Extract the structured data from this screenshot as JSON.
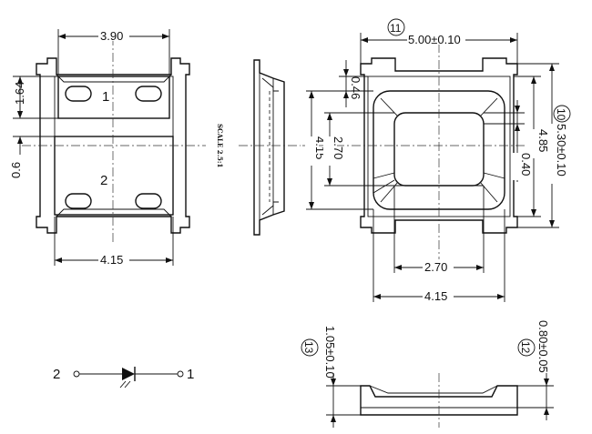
{
  "top_view": {
    "width_top": "3.90",
    "width_bottom": "4.15",
    "height_pad": "1.64",
    "gap": "0.6",
    "pad_1": "1",
    "pad_2": "2"
  },
  "scale_note": "SCALE 2.5:1",
  "bottom_view": {
    "width_outer": "5.00±0.10",
    "height_outer": "5.30±0.10",
    "inner_height": "4.85",
    "lens_offset": "0.46",
    "lens_gap": "0.40",
    "cavity_height": "2.70",
    "body_height": "4.15",
    "cavity_width": "2.70",
    "body_width": "4.15",
    "balloon_11": "11",
    "balloon_10": "10"
  },
  "side_view": {
    "total_height": "1.05±0.10",
    "flange_height": "0.80±0.05",
    "balloon_13": "13",
    "balloon_12": "12"
  },
  "schematic": {
    "anode_pin": "2",
    "cathode_pin": "1"
  }
}
